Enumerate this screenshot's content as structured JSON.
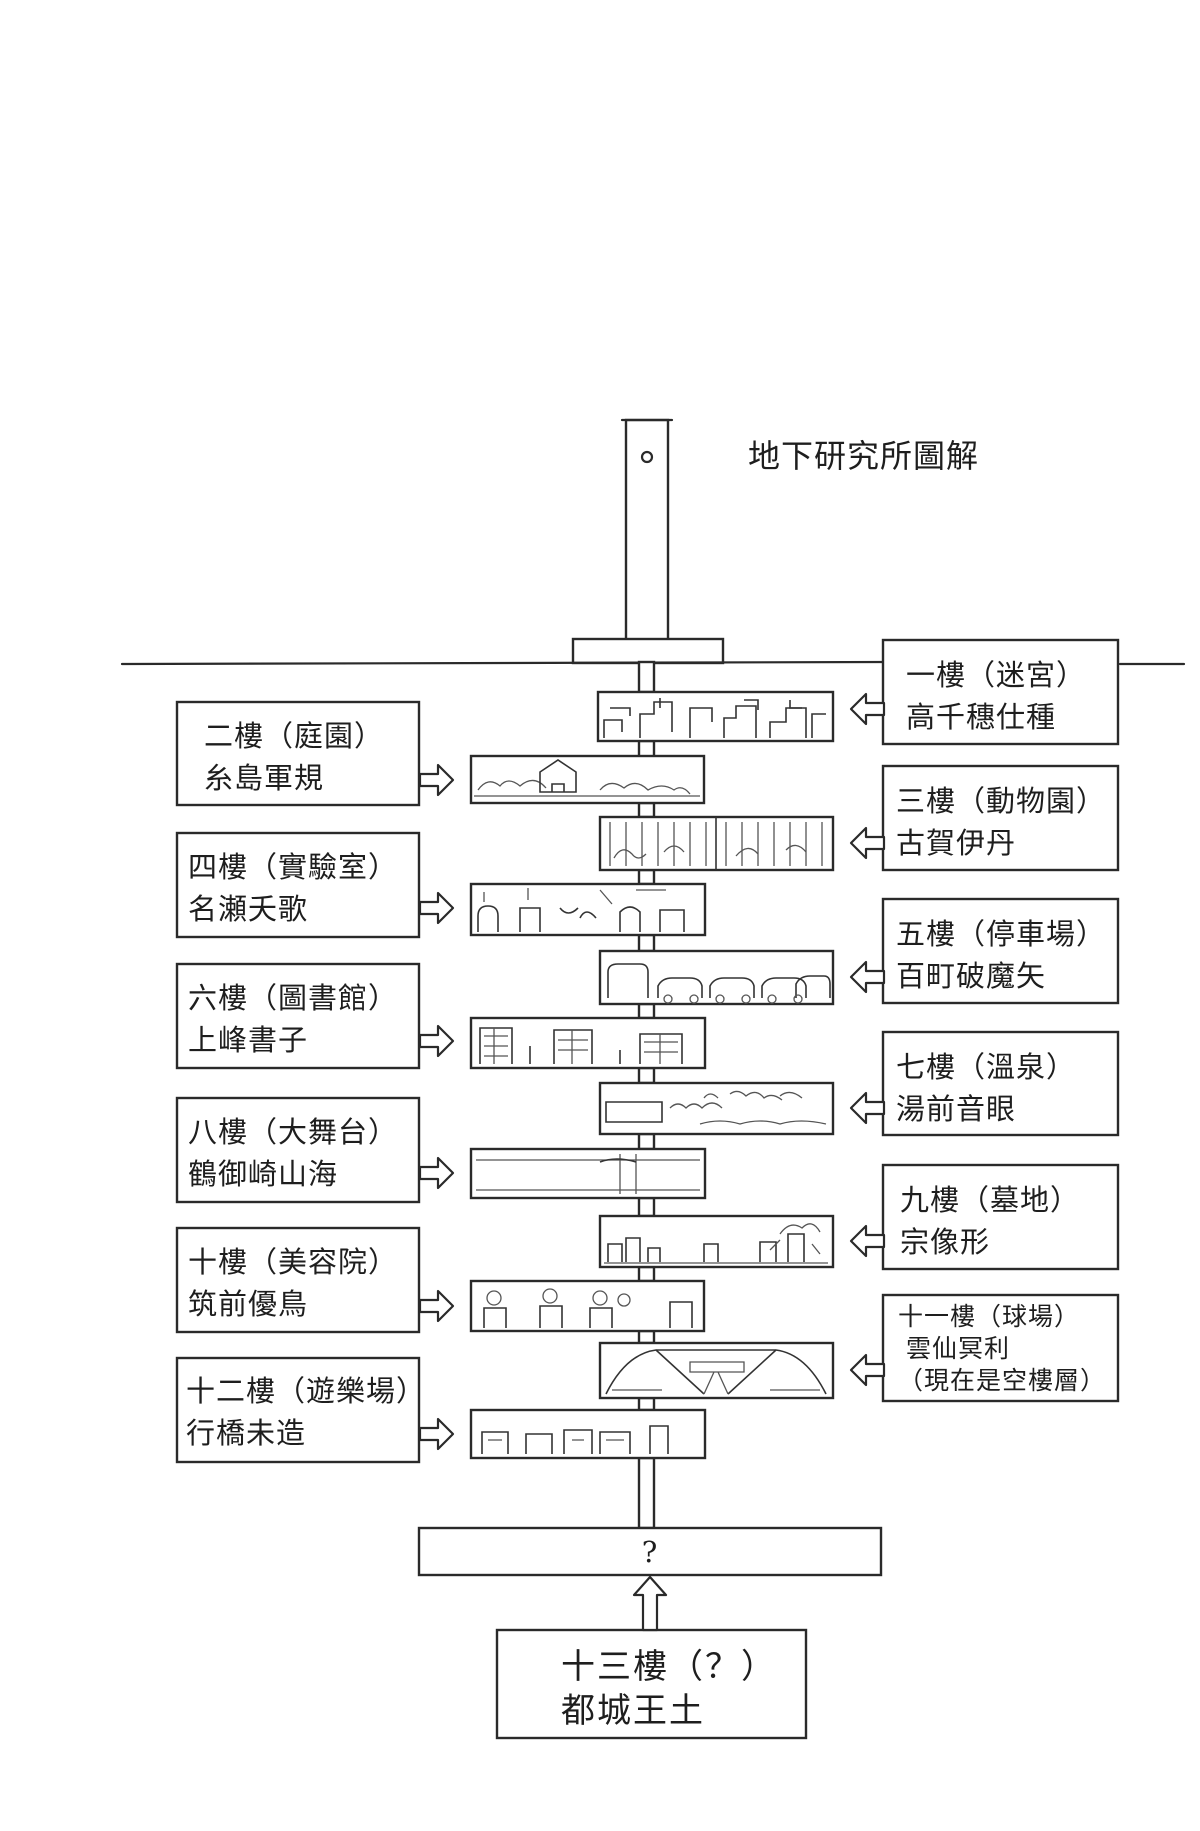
{
  "title": "地下研究所圖解",
  "floors": [
    {
      "name": "一樓（迷宮）",
      "person": "高千穗仕種"
    },
    {
      "name": "二樓（庭園）",
      "person": "糸島軍規"
    },
    {
      "name": "三樓（動物園）",
      "person": "古賀伊丹"
    },
    {
      "name": "四樓（實驗室）",
      "person": "名瀬夭歌"
    },
    {
      "name": "五樓（停車場）",
      "person": "百町破魔矢"
    },
    {
      "name": "六樓（圖書館）",
      "person": "上峰書子"
    },
    {
      "name": "七樓（溫泉）",
      "person": "湯前音眼"
    },
    {
      "name": "八樓（大舞台）",
      "person": "鶴御崎山海"
    },
    {
      "name": "九樓（墓地）",
      "person": "宗像形"
    },
    {
      "name": "十樓（美容院）",
      "person": "筑前優鳥"
    },
    {
      "name": "十一樓（球場）",
      "person": "雲仙冥利",
      "note": "（現在是空樓層）"
    },
    {
      "name": "十二樓（遊樂場）",
      "person": "行橋未造"
    }
  ],
  "bottom": {
    "mark": "?",
    "name": "十三樓（？）",
    "person": "都城王土"
  },
  "icons": {
    "arrow": "hollow-arrow-icon"
  }
}
